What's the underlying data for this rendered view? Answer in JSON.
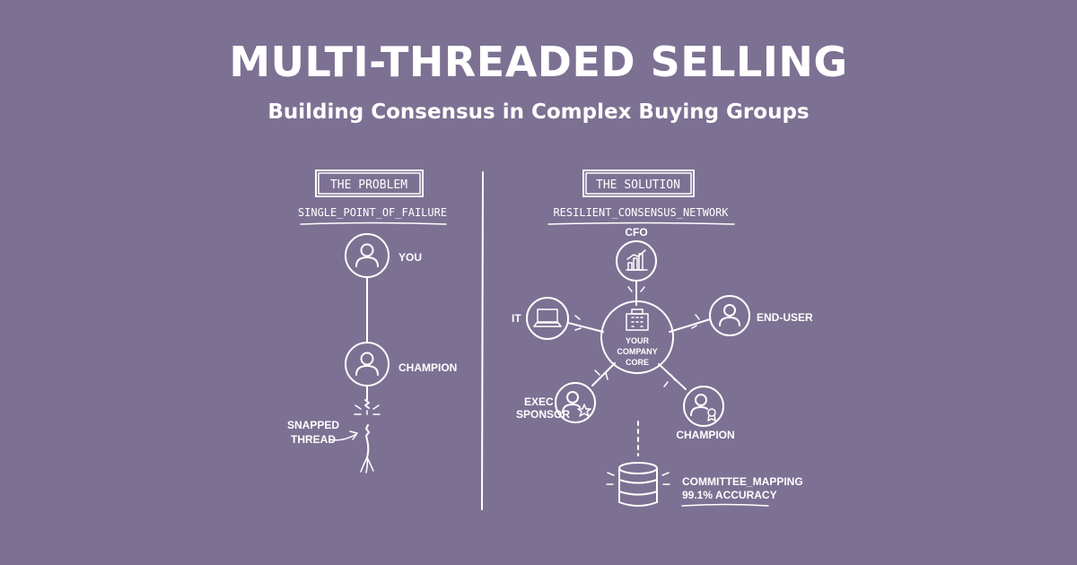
{
  "header": {
    "title": "MULTI-THREADED SELLING",
    "subtitle": "Building Consensus in Complex Buying Groups"
  },
  "problem": {
    "box_label": "THE PROBLEM",
    "caption": "SINGLE_POINT_OF_FAILURE",
    "nodes": {
      "you": "YOU",
      "champion": "CHAMPION"
    },
    "snapped_line1": "SNAPPED",
    "snapped_line2": "THREAD"
  },
  "solution": {
    "box_label": "THE SOLUTION",
    "caption": "RESILIENT_CONSENSUS_NETWORK",
    "core_line1": "YOUR",
    "core_line2": "COMPANY",
    "core_line3": "CORE",
    "stakeholders": {
      "cfo": "CFO",
      "it": "IT",
      "end_user": "END-USER",
      "exec_line1": "EXEC",
      "exec_line2": "SPONSOR",
      "champion": "CHAMPION"
    },
    "mapping_line1": "COMMITTEE_MAPPING",
    "mapping_line2": "99.1% ACCURACY"
  },
  "icons": [
    "user-icon",
    "bar-chart-icon",
    "laptop-icon",
    "building-icon",
    "user-star-icon",
    "user-badge-icon",
    "database-icon",
    "curved-arrow-icon"
  ],
  "colors": {
    "background": "#7c7193",
    "ink": "#ffffff"
  }
}
